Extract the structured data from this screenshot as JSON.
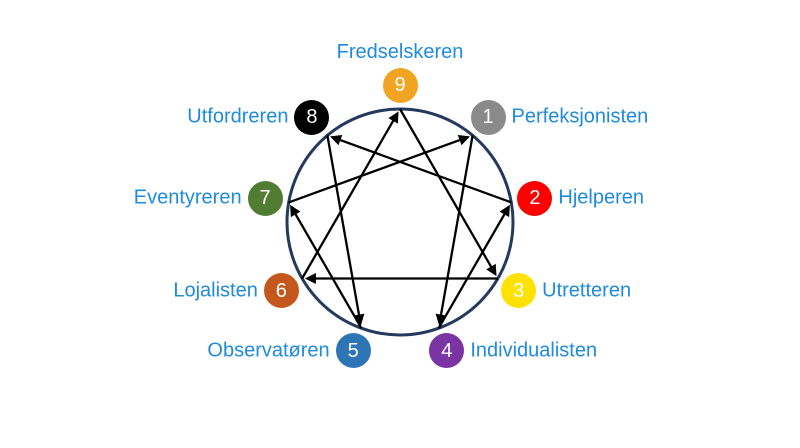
{
  "diagram": {
    "background_color": "#FFFFFF",
    "circle_color": "#23395E",
    "arrow_color": "#000000",
    "label_color": "#1E8BE0",
    "badge_number_color": "#FFFFFF",
    "types": [
      {
        "number": "9",
        "name": "Fredselskeren",
        "color": "#F1A421"
      },
      {
        "number": "1",
        "name": "Perfeksjonisten",
        "color": "#8A8A8A"
      },
      {
        "number": "2",
        "name": "Hjelperen",
        "color": "#FE0000"
      },
      {
        "number": "3",
        "name": "Utretteren",
        "color": "#FFE103"
      },
      {
        "number": "4",
        "name": "Individualisten",
        "color": "#7A34A4"
      },
      {
        "number": "5",
        "name": "Observatøren",
        "color": "#2E75B6"
      },
      {
        "number": "6",
        "name": "Lojalisten",
        "color": "#C4581C"
      },
      {
        "number": "7",
        "name": "Eventyreren",
        "color": "#517D33"
      },
      {
        "number": "8",
        "name": "Utfordreren",
        "color": "#000000"
      }
    ],
    "arrows": [
      {
        "from": "7",
        "to": "1"
      },
      {
        "from": "1",
        "to": "4"
      },
      {
        "from": "4",
        "to": "2"
      },
      {
        "from": "2",
        "to": "8"
      },
      {
        "from": "8",
        "to": "5"
      },
      {
        "from": "5",
        "to": "7"
      },
      {
        "from": "9",
        "to": "3"
      },
      {
        "from": "3",
        "to": "6"
      },
      {
        "from": "6",
        "to": "9"
      }
    ]
  }
}
